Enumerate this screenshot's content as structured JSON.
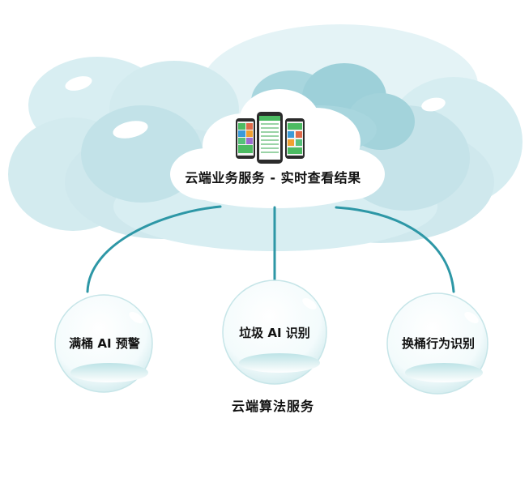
{
  "cloud": {
    "title": "云端业务服务 - 实时查看结果"
  },
  "nodes": [
    {
      "label": "满桶 AI 预警"
    },
    {
      "label": "垃圾 AI 识别"
    },
    {
      "label": "换桶行为识别"
    }
  ],
  "footer": {
    "label": "云端算法服务"
  },
  "colors": {
    "cloud_light": "#d5ecf0",
    "cloud_mid": "#bfe0e6",
    "cloud_dark": "#8fcad4",
    "connector": "#2d97a6",
    "bubble_edge": "#bfe3e7",
    "phone_green": "#4cbb62"
  }
}
